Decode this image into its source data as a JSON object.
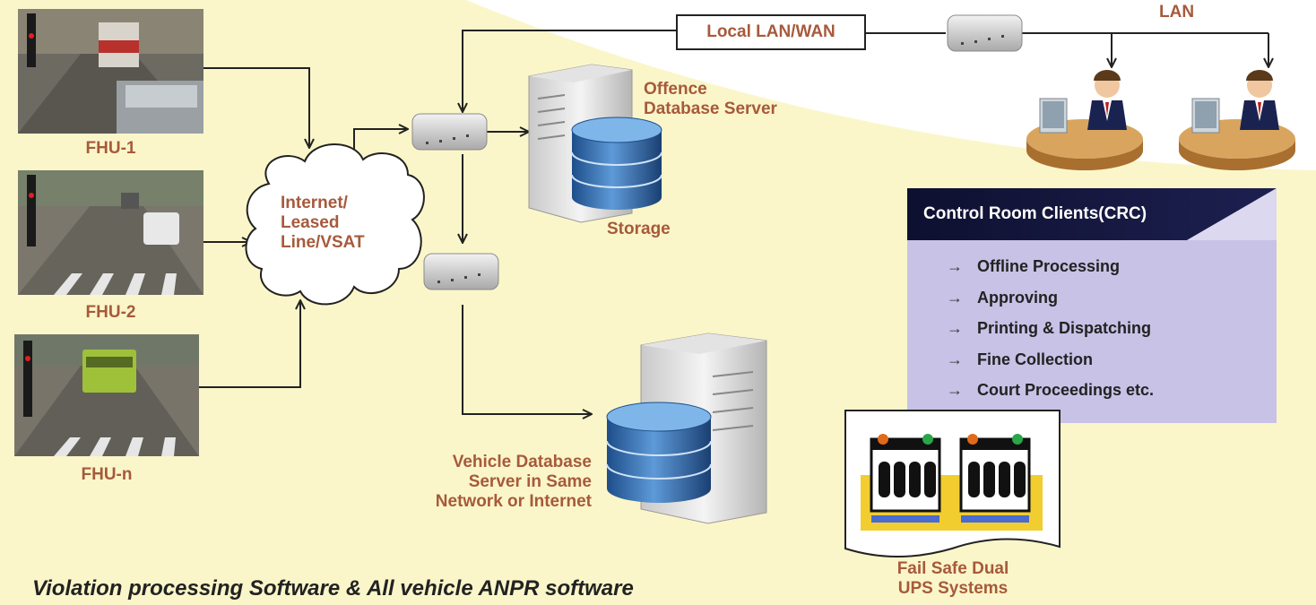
{
  "network": {
    "local_lan_wan": "Local LAN/WAN",
    "lan": "LAN",
    "internet_cloud": [
      "Internet/",
      "Leased",
      "Line/VSAT"
    ]
  },
  "cameras": [
    {
      "label": "FHU-1"
    },
    {
      "label": "FHU-2"
    },
    {
      "label": "FHU-n"
    }
  ],
  "servers": {
    "offence": [
      "Offence",
      "Database Server"
    ],
    "storage": "Storage",
    "vehicle": [
      "Vehicle Database",
      "Server in Same",
      "Network or Internet"
    ]
  },
  "crc": {
    "title": "Control Room Clients(CRC)",
    "items": [
      "Offline Processing",
      "Approving",
      "Printing & Dispatching",
      "Fine Collection",
      "Court Proceedings etc."
    ]
  },
  "ups": [
    "Fail Safe Dual",
    "UPS Systems"
  ],
  "caption": "Violation processing Software & All vehicle  ANPR software",
  "colors": {
    "background": "#fbf6c9",
    "label": "#a65a3c",
    "crc_panel": "#c7c2e6",
    "crc_header": "#14163a"
  }
}
